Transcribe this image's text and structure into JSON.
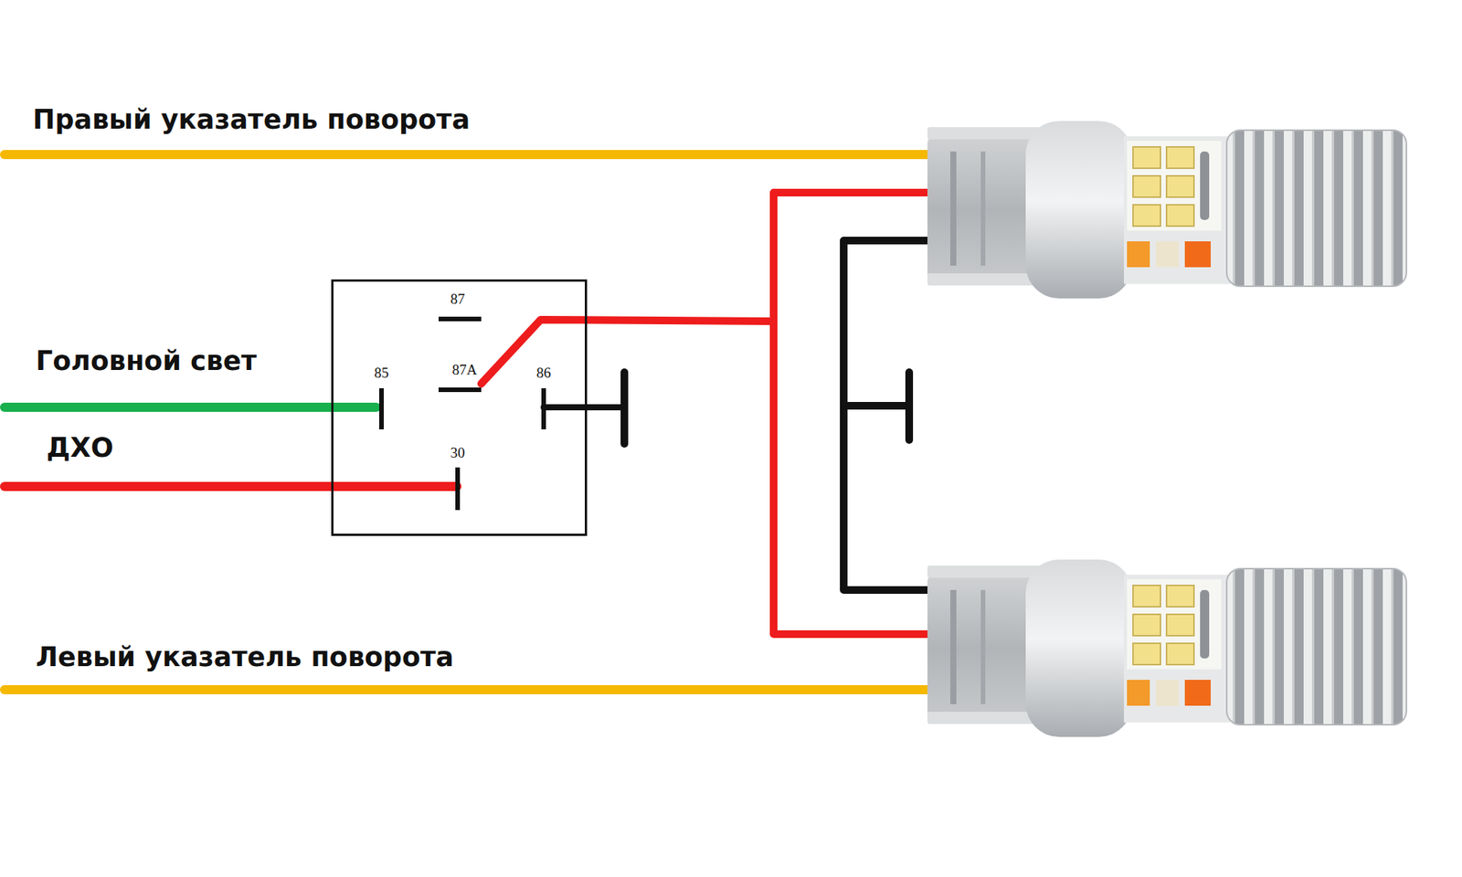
{
  "diagram": {
    "nodes": [
      {
        "text": [
          "87",
          "85",
          "87A",
          "86",
          "30"
        ]
      }
    ],
    "labels": [
      "Правый указатель поворота",
      "Головной свет",
      "ДХО",
      "Левый указатель поворота"
    ]
  }
}
